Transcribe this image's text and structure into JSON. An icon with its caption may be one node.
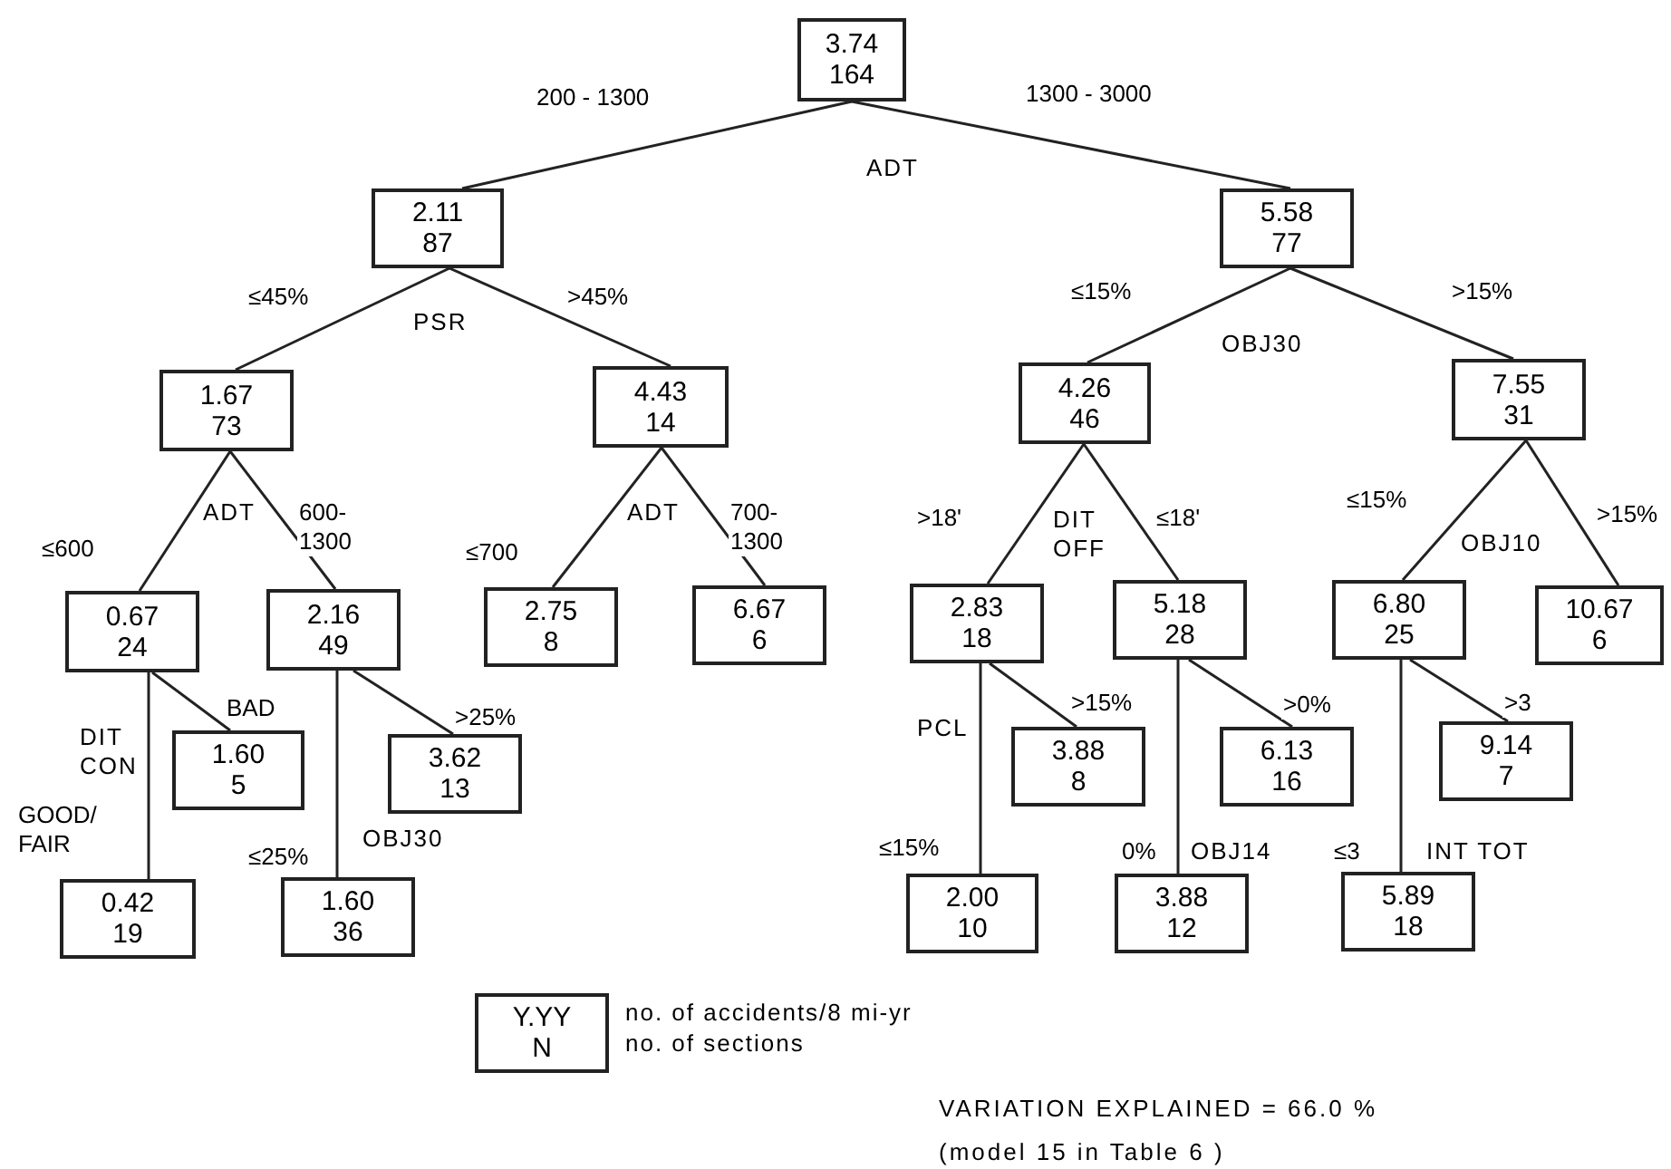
{
  "diagram": {
    "nodes": [
      {
        "text": [
          "3.74",
          "164"
        ]
      },
      {
        "text": [
          "2.11",
          "87"
        ]
      },
      {
        "text": [
          "5.58",
          "77"
        ]
      },
      {
        "text": [
          "1.67",
          "73"
        ]
      },
      {
        "text": [
          "4.43",
          "14"
        ]
      },
      {
        "text": [
          "4.26",
          "46"
        ]
      },
      {
        "text": [
          "7.55",
          "31"
        ]
      },
      {
        "text": [
          "0.67",
          "24"
        ]
      },
      {
        "text": [
          "2.16",
          "49"
        ]
      },
      {
        "text": [
          "2.75",
          "8"
        ]
      },
      {
        "text": [
          "6.67",
          "6"
        ]
      },
      {
        "text": [
          "2.83",
          "18"
        ]
      },
      {
        "text": [
          "5.18",
          "28"
        ]
      },
      {
        "text": [
          "6.80",
          "25"
        ]
      },
      {
        "text": [
          "10.67",
          "6"
        ]
      },
      {
        "text": [
          "1.60",
          "5"
        ]
      },
      {
        "text": [
          "3.62",
          "13"
        ]
      },
      {
        "text": [
          "0.42",
          "19"
        ]
      },
      {
        "text": [
          "1.60",
          "36"
        ]
      },
      {
        "text": [
          "3.88",
          "8"
        ]
      },
      {
        "text": [
          "6.13",
          "16"
        ]
      },
      {
        "text": [
          "9.14",
          "7"
        ]
      },
      {
        "text": [
          "2.00",
          "10"
        ]
      },
      {
        "text": [
          "3.88",
          "12"
        ]
      },
      {
        "text": [
          "5.89",
          "18"
        ]
      },
      {
        "text": [
          "Y.YY",
          "N"
        ],
        "beside": [
          "no. of accidents/8 mi-yr",
          "no. of sections"
        ]
      }
    ],
    "edges": [
      {
        "from": 0,
        "to": 1,
        "arrow": "none",
        "label": "200 - 1300"
      },
      {
        "from": 0,
        "to": 2,
        "arrow": "none",
        "label": "1300 - 3000"
      },
      {
        "from": 1,
        "to": 3,
        "arrow": "none",
        "label": "≤45%"
      },
      {
        "from": 1,
        "to": 4,
        "arrow": "none",
        "label": ">45%"
      },
      {
        "from": 2,
        "to": 5,
        "arrow": "none",
        "label": "≤15%"
      },
      {
        "from": 2,
        "to": 6,
        "arrow": "none",
        "label": ">15%"
      },
      {
        "from": 3,
        "to": 7,
        "arrow": "none",
        "label": "≤600"
      },
      {
        "from": 3,
        "to": 8,
        "arrow": "none",
        "label": "600- 1300"
      },
      {
        "from": 4,
        "to": 9,
        "arrow": "none",
        "label": "≤700"
      },
      {
        "from": 4,
        "to": 10,
        "arrow": "none",
        "label": "700- 1300"
      },
      {
        "from": 5,
        "to": 11,
        "arrow": "none",
        "label": ">18'"
      },
      {
        "from": 5,
        "to": 12,
        "arrow": "none",
        "label": "≤18'"
      },
      {
        "from": 6,
        "to": 13,
        "arrow": "none",
        "label": "≤15%"
      },
      {
        "from": 6,
        "to": 14,
        "arrow": "none",
        "label": ">15%"
      },
      {
        "from": 7,
        "to": 15,
        "arrow": "none",
        "label": "BAD"
      },
      {
        "from": 7,
        "to": 17,
        "arrow": "none",
        "label": "GOOD/ FAIR"
      },
      {
        "from": 8,
        "to": 18,
        "arrow": "none",
        "label": "≤25%"
      },
      {
        "from": 8,
        "to": 16,
        "arrow": "none",
        "label": ">25%"
      },
      {
        "from": 11,
        "to": 22,
        "arrow": "none",
        "label": "≤15%"
      },
      {
        "from": 11,
        "to": 19,
        "arrow": "none",
        "label": ">15%"
      },
      {
        "from": 12,
        "to": 23,
        "arrow": "none",
        "label": "0%"
      },
      {
        "from": 12,
        "to": 20,
        "arrow": "none",
        "label": ">0%"
      },
      {
        "from": 13,
        "to": 24,
        "arrow": "none",
        "label": "≤3"
      },
      {
        "from": 13,
        "to": 21,
        "arrow": "none",
        "label": ">3"
      }
    ],
    "labels": [
      "ADT",
      "PSR",
      "OBJ30",
      "ADT",
      "ADT",
      "DIT OFF",
      "OBJ10",
      "DIT CON",
      "OBJ30",
      "PCL",
      "OBJ14",
      "INT TOT",
      "VARIATION EXPLAINED = 66.0 %",
      "(model 15 in Table 6 )"
    ]
  }
}
